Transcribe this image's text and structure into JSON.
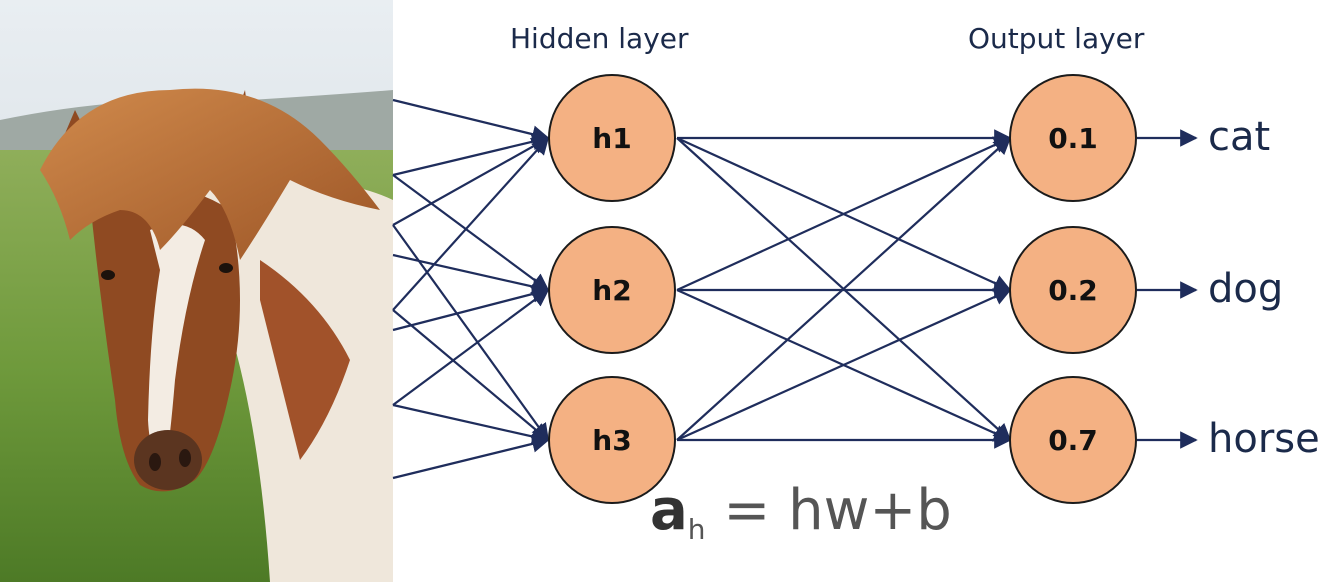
{
  "image": {
    "subject": "horse-photo"
  },
  "hidden_layer": {
    "title": "Hidden layer",
    "nodes": [
      "h1",
      "h2",
      "h3"
    ]
  },
  "output_layer": {
    "title": "Output layer",
    "nodes": [
      {
        "value": "0.1",
        "label": "cat"
      },
      {
        "value": "0.2",
        "label": "dog"
      },
      {
        "value": "0.7",
        "label": "horse"
      }
    ]
  },
  "formula": {
    "symbol": "a",
    "subscript": "h",
    "rhs": " = hw+b"
  },
  "colors": {
    "node_fill": "#f4b183",
    "edge": "#1f2d5c",
    "text": "#1b2a4a"
  }
}
